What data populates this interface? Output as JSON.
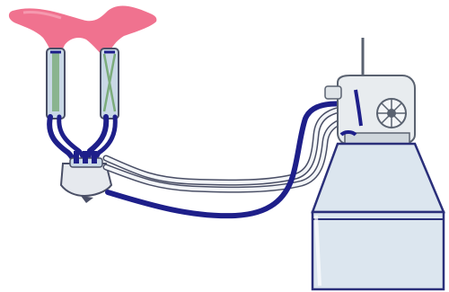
{
  "diagram": {
    "labels": [],
    "colors": {
      "background": "#ffffff",
      "udder": "#f0728f",
      "udder_light": "#f7a3b7",
      "blue_hose": "#1e1f8a",
      "blue_hose_dark": "#14146a",
      "white_tube": "#f3f5f8",
      "tube_outline": "#4a4f66",
      "cup_shell": "#c9d8e6",
      "cup_liner": "#6fa56a",
      "tank": "#dce6ef",
      "tank_edge": "#2a2f7a",
      "pump": "#e8ecef",
      "pump_edge": "#5a6270",
      "claw": "#e6e9ee"
    },
    "components": [
      "udder",
      "teat-cup-left",
      "teat-cup-right",
      "milk-claw",
      "short-milk-tubes",
      "long-milk-tube",
      "pulsation-tubes",
      "pulsator-pump",
      "milk-tank"
    ]
  }
}
